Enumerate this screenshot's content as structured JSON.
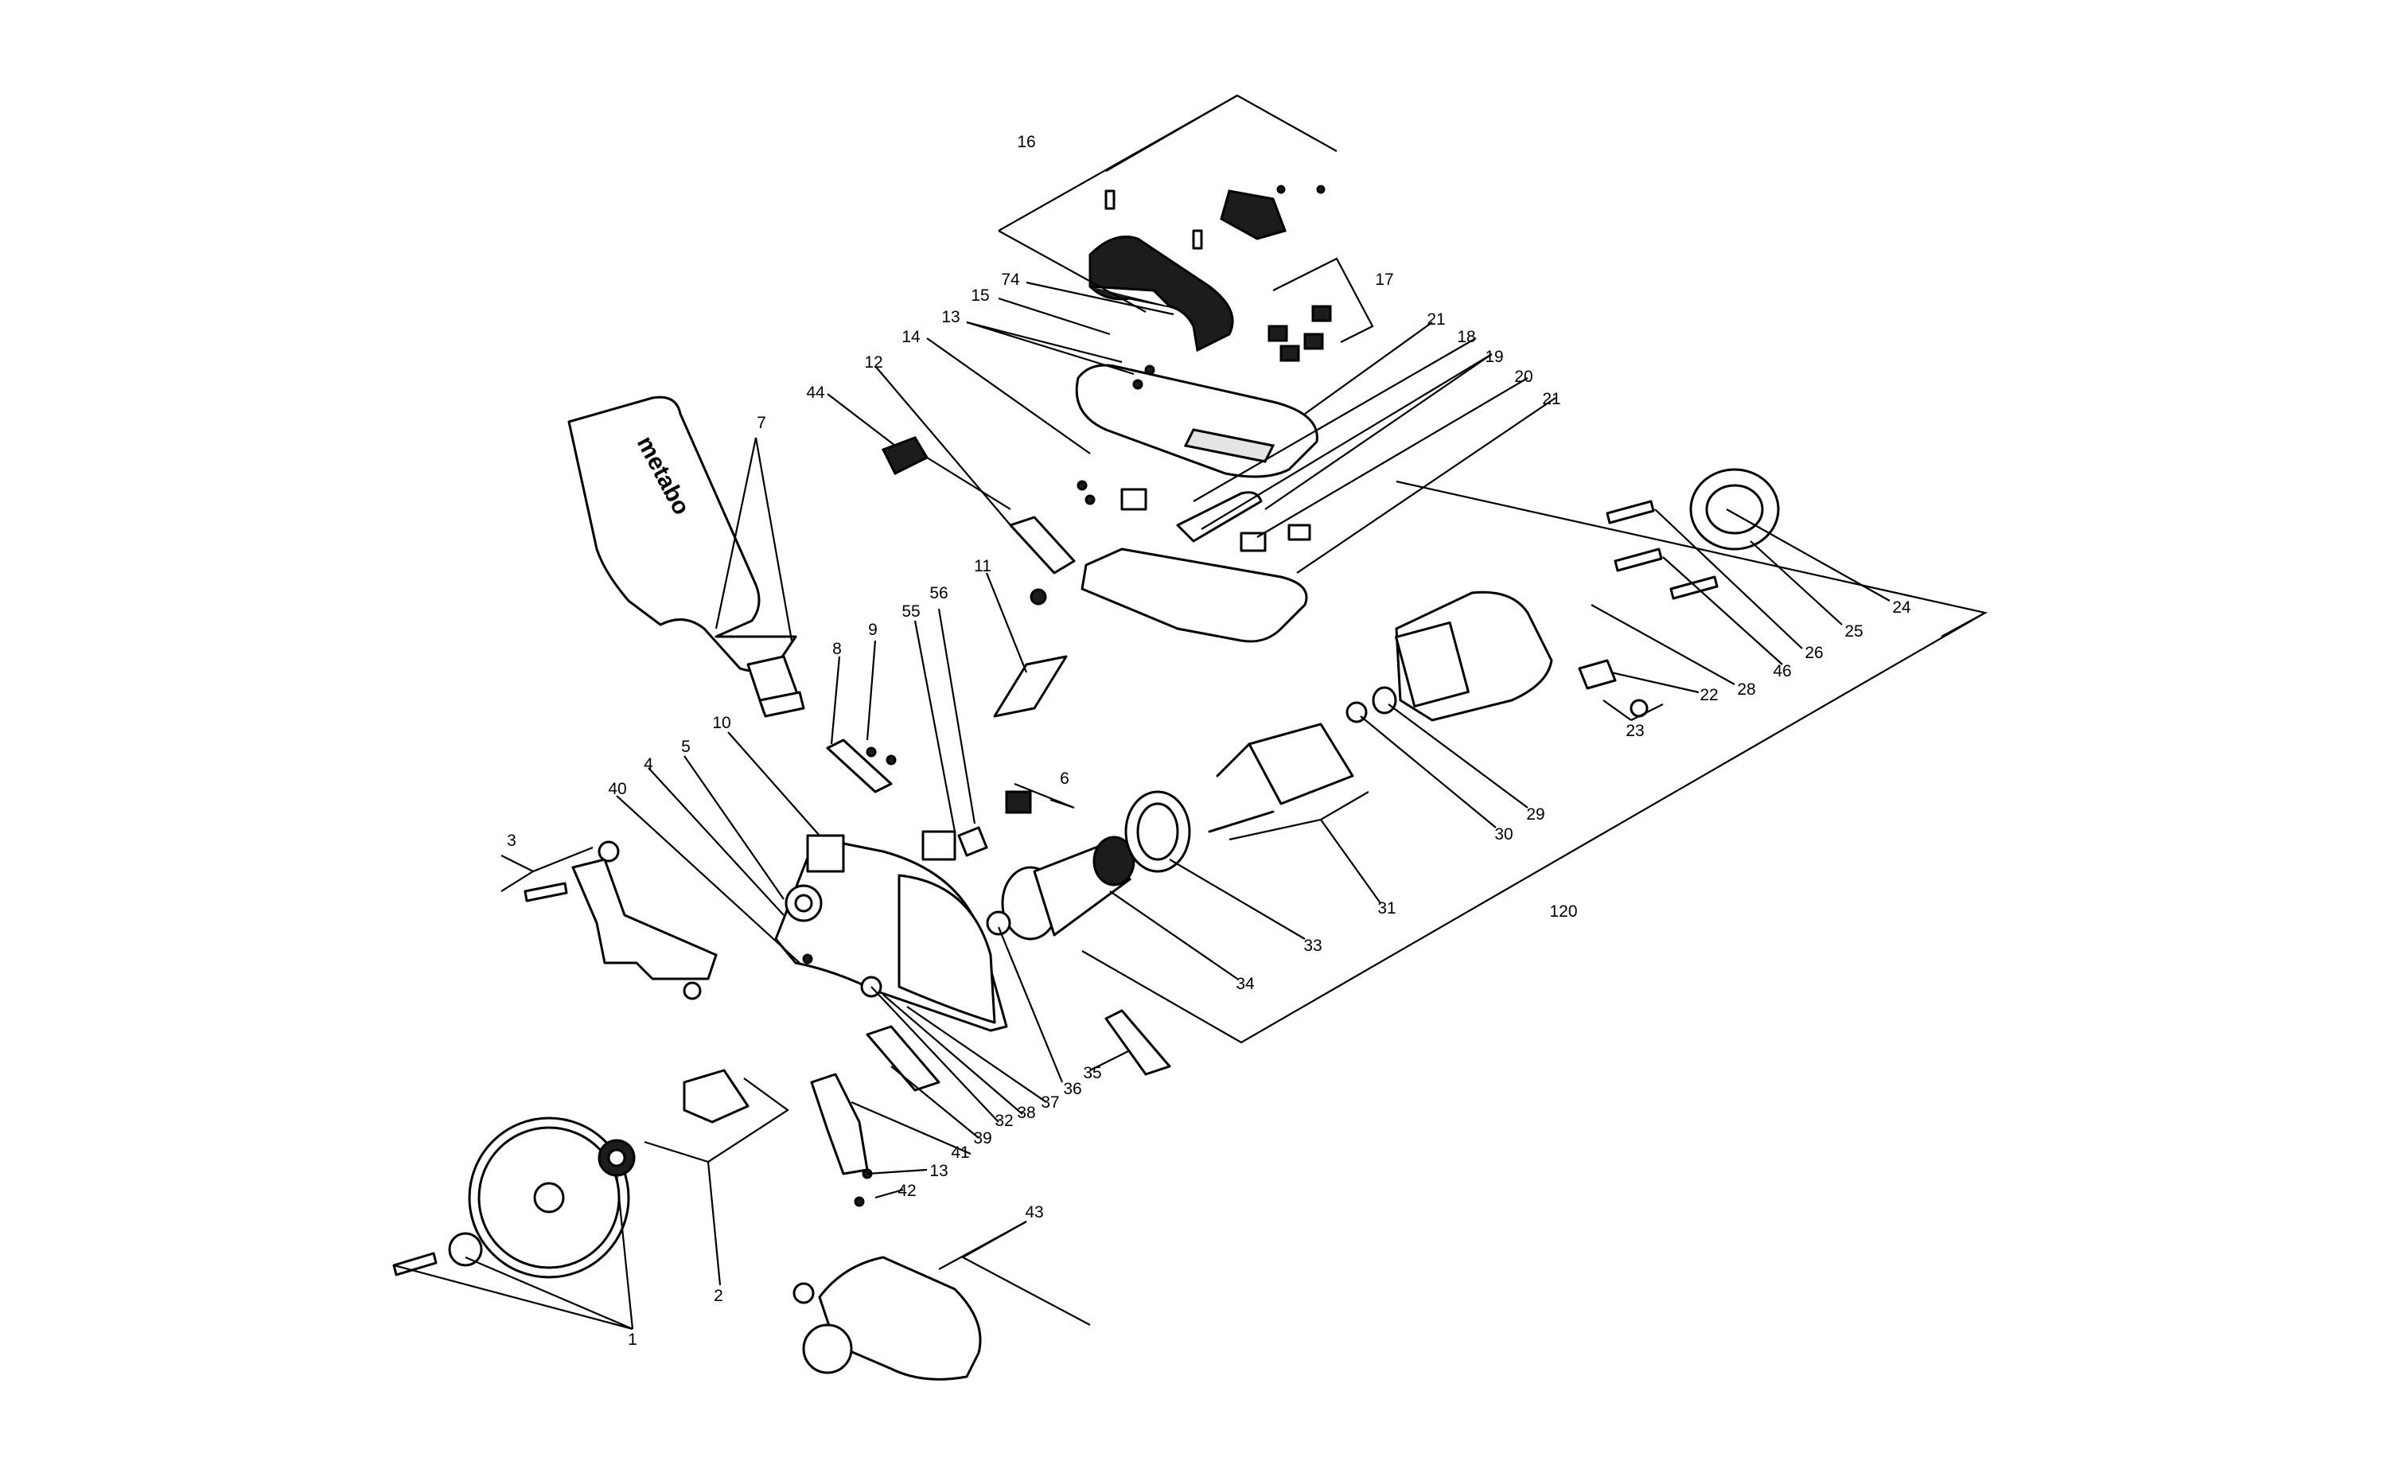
{
  "diagram": {
    "logo_text": "metabo",
    "callouts": {
      "c1": "1",
      "c2": "2",
      "c3": "3",
      "c4": "4",
      "c5": "5",
      "c6": "6",
      "c7": "7",
      "c8": "8",
      "c9": "9",
      "c10": "10",
      "c11": "11",
      "c12": "12",
      "c13a": "13",
      "c13b": "13",
      "c14": "14",
      "c15": "15",
      "c16": "16",
      "c17": "17",
      "c18": "18",
      "c19": "19",
      "c20": "20",
      "c21a": "21",
      "c21b": "21",
      "c22": "22",
      "c23": "23",
      "c24": "24",
      "c25": "25",
      "c26": "26",
      "c28": "28",
      "c29": "29",
      "c30": "30",
      "c31": "31",
      "c32": "32",
      "c33": "33",
      "c34": "34",
      "c35": "35",
      "c36": "36",
      "c37": "37",
      "c38": "38",
      "c39": "39",
      "c40": "40",
      "c41": "41",
      "c42": "42",
      "c43": "43",
      "c44": "44",
      "c46": "46",
      "c55": "55",
      "c56": "56",
      "c74": "74",
      "c120": "120"
    }
  }
}
